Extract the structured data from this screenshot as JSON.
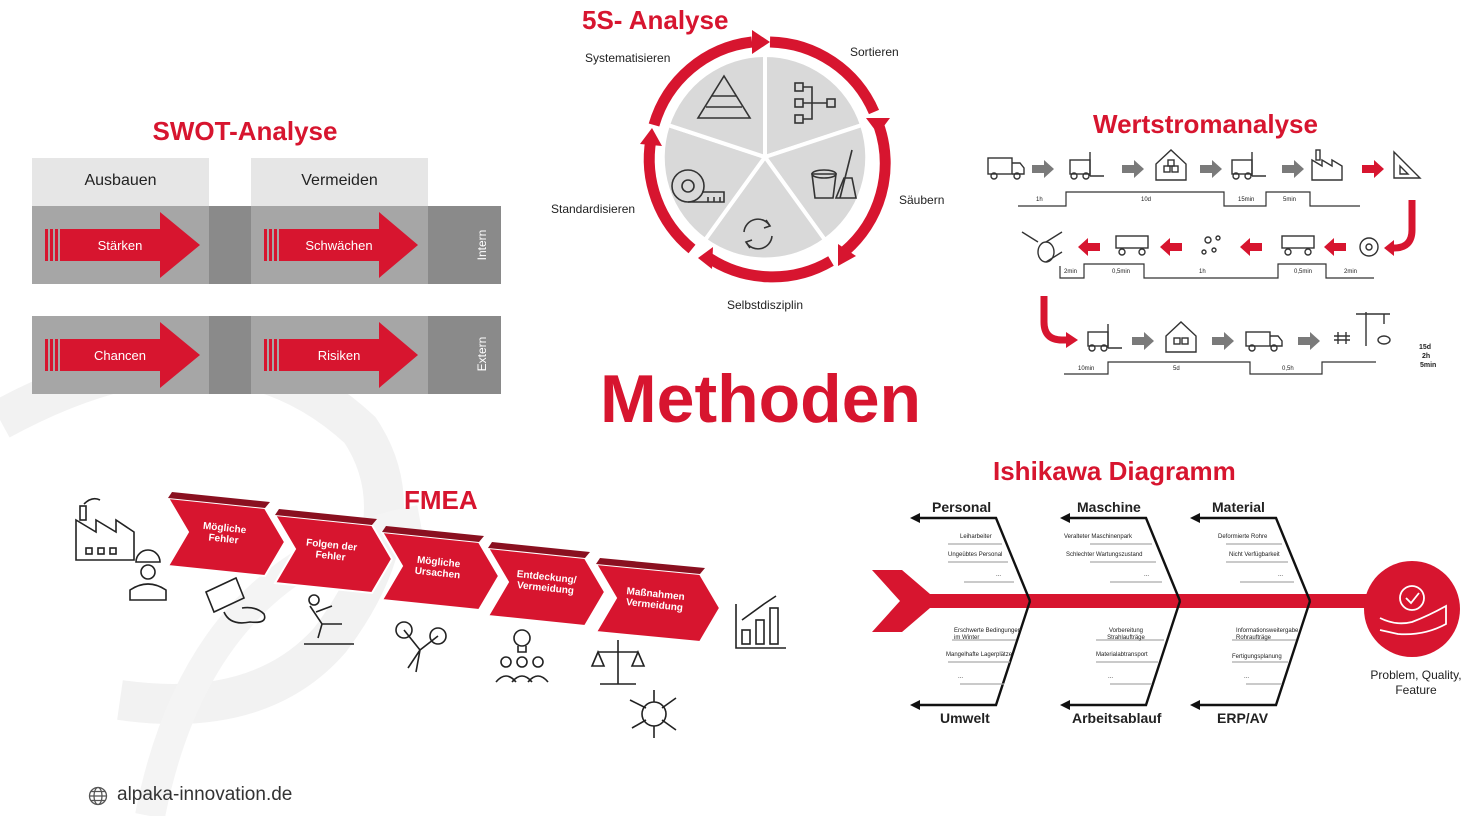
{
  "main_title": "Methoden",
  "footer": {
    "url": "alpaka-innovation.de",
    "icon": "globe-icon"
  },
  "colors": {
    "accent": "#d7152f",
    "dark_gray": "#8a8a8a",
    "mid_gray": "#a6a6a6",
    "light_gray": "#e6e6e6"
  },
  "swot": {
    "title": "SWOT-Analyse",
    "col_headers": [
      "Ausbauen",
      "Vermeiden"
    ],
    "row_labels": [
      "Intern",
      "Extern"
    ],
    "cells": [
      "Stärken",
      "Schwächen",
      "Chancen",
      "Risiken"
    ]
  },
  "five_s": {
    "title": "5S- Analyse",
    "steps": [
      "Sortieren",
      "Säubern",
      "Selbstdisziplin",
      "Standardisieren",
      "Systematisieren"
    ],
    "icons": [
      "hierarchy-icon",
      "broom-bucket-icon",
      "cycle-icon",
      "tape-measure-icon",
      "pyramid-icon"
    ]
  },
  "wertstrom": {
    "title": "Wertstromanalyse",
    "row1_times": [
      "1h",
      "10d",
      "15min",
      "5min"
    ],
    "row2_times": [
      "2min",
      "0,5min",
      "1h",
      "0,5min",
      "2min"
    ],
    "row3_times": [
      "10min",
      "5d",
      "0,5h"
    ],
    "totals": [
      "15d",
      "2h",
      "5min"
    ]
  },
  "fmea": {
    "title": "FMEA",
    "steps": [
      "Mögliche Fehler",
      "Folgen der Fehler",
      "Mögliche Ursachen",
      "Entdeckung/ Vermeidung",
      "Maßnahmen Vermeidung"
    ],
    "icons": [
      "spill-icon",
      "falling-person-icon",
      "drone-crash-icon",
      "team-idea-icon",
      "scales-icon",
      "teamwork-hands-icon",
      "bar-chart-icon",
      "factory-icon",
      "worker-icon"
    ]
  },
  "ishikawa": {
    "title": "Ishikawa Diagramm",
    "top_categories": [
      "Personal",
      "Maschine",
      "Material"
    ],
    "bottom_categories": [
      "Umwelt",
      "Arbeitsablauf",
      "ERP/AV"
    ],
    "causes": {
      "personal": [
        "Leiharbeiter",
        "Ungeübtes Personal",
        "..."
      ],
      "maschine": [
        "Veralteter Maschinenpark",
        "Schlechter Wartungszustand",
        "..."
      ],
      "material": [
        "Deformierte Rohre",
        "Nicht Verfügbarkeit",
        "..."
      ],
      "umwelt": [
        "Erschwerte Bedingungen im Winter",
        "Mangelhafte Lagerplätze",
        "..."
      ],
      "arbeitsablauf": [
        "Vorbereitung Strahlaufträge",
        "Materialabtransport",
        "..."
      ],
      "erp": [
        "Informationsweitergabe Rohraufträge",
        "Fertigungsplanung",
        "..."
      ]
    },
    "effect": "Problem, Quality, Feature"
  }
}
